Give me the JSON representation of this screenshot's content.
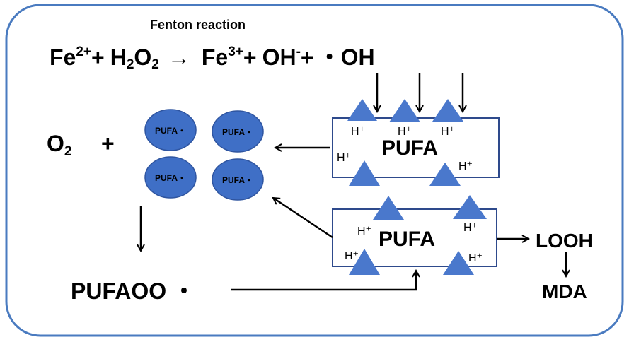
{
  "title": "Fenton reaction",
  "equation": {
    "fe2": "Fe",
    "fe2_sup": "2+",
    "plus1": "+",
    "h2o2_h": "H",
    "h2o2_sub1": "2",
    "h2o2_o": "O",
    "h2o2_sub2": "2",
    "arrow": "→",
    "fe3": "Fe",
    "fe3_sup": "3+",
    "plus2": "+",
    "oh": "OH",
    "oh_sup": "-",
    "plus3": "+",
    "radical": "・OH"
  },
  "oxygen": {
    "o": "O",
    "sub": "2",
    "plus": "+"
  },
  "radical_labels": [
    "PUFA・",
    "PUFA・",
    "PUFA・",
    "PUFA・"
  ],
  "box_top": {
    "label": "PUFA",
    "hplus": [
      "H⁺",
      "H⁺",
      "H⁺",
      "H⁺",
      "H⁺"
    ]
  },
  "box_bottom": {
    "label": "PUFA",
    "hplus": [
      "H⁺",
      "H⁺",
      "H⁺",
      "H⁺"
    ]
  },
  "pufaoo": "PUFAOO ・",
  "looh": "LOOH",
  "mda": "MDA",
  "colors": {
    "frame": "#4a7bc0",
    "ellipse_fill": "#3f6fc6",
    "ellipse_stroke": "#2f55a0",
    "triangle_fill": "#4a78cc",
    "box_stroke": "#2e4a8c"
  }
}
